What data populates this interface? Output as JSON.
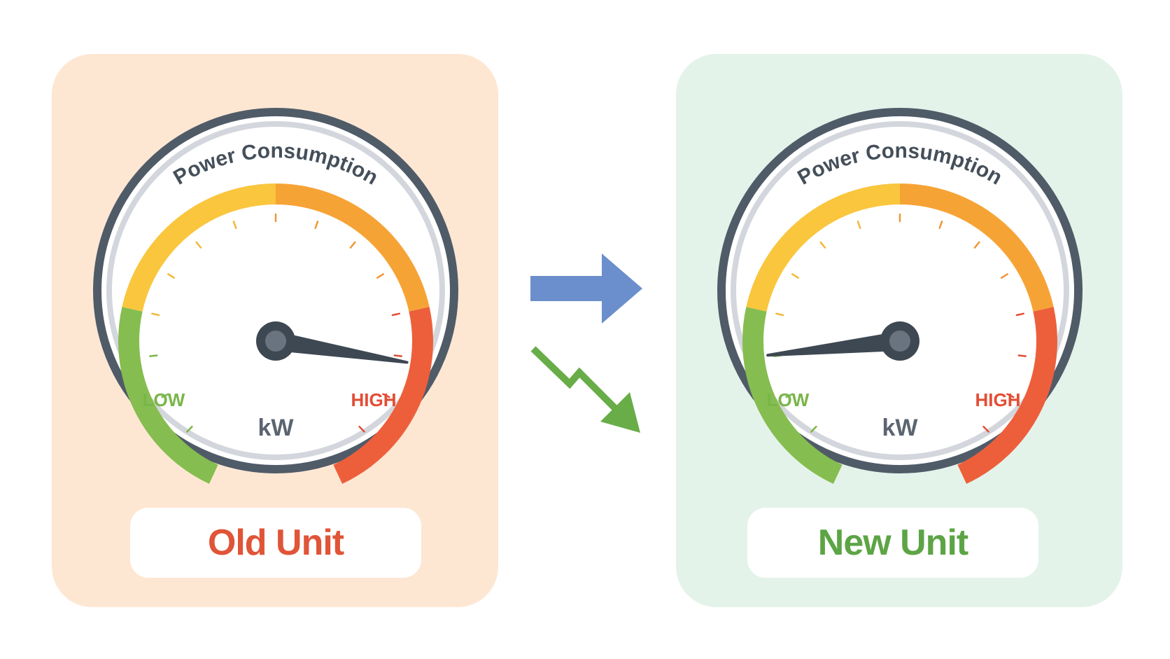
{
  "colors": {
    "old_panel_bg": "#fde7d3",
    "new_panel_bg": "#e4f3ea",
    "old_label": "#e05437",
    "new_label": "#5da445",
    "bezel": "#505b68",
    "bezel_inner": "#d3d6dc",
    "needle": "#3e4852",
    "low": "#79b548",
    "high": "#e44d35",
    "unit_text": "#5b6570",
    "title_text": "#444f5a",
    "arrow_right": "#6b8fcc",
    "arrow_down": "#68ad48",
    "arc_segments": [
      "#86bd50",
      "#f9c63d",
      "#f6a336",
      "#ed5f3b"
    ]
  },
  "gauges": [
    {
      "id": "old",
      "title": "Power Consumption",
      "low_label": "LOW",
      "high_label": "HIGH",
      "unit": "kW",
      "needle_fraction": 0.82,
      "name": "Old Unit"
    },
    {
      "id": "new",
      "title": "Power Consumption",
      "low_label": "LOW",
      "high_label": "HIGH",
      "unit": "kW",
      "needle_fraction": 0.19,
      "name": "New Unit"
    }
  ],
  "icons": {
    "transition": "right-arrow-icon",
    "trend": "downward-trend-arrow-icon"
  }
}
